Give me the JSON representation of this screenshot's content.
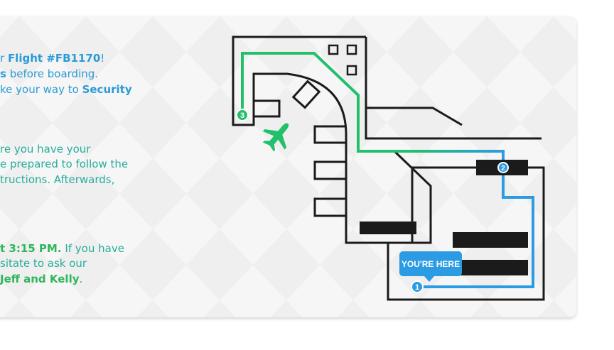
{
  "instructions": {
    "p1": {
      "l1_a": "r ",
      "l1_b": "Flight #FB1170",
      "l1_c": "!",
      "l2_a": "s",
      "l2_b": " before boarding.",
      "l3_a": "ke your way to ",
      "l3_b": "Security"
    },
    "p2": {
      "l1": "re you have your",
      "l2": "e prepared to follow the",
      "l3": "tructions. Afterwards,"
    },
    "p3": {
      "l1_a": "t 3:15 PM.",
      "l1_b": " If you have",
      "l2": "sitate to ask our",
      "l3_a": "Jeff and Kelly",
      "l3_b": "."
    }
  },
  "map": {
    "you_are_here": "YOU'RE HERE",
    "markers": [
      "1",
      "2",
      "3"
    ],
    "colors": {
      "green": "#22c06a",
      "blue": "#2b9be3",
      "teal": "#27ad9c",
      "walls": "#1b1b1b",
      "plane": "#22c06a"
    },
    "icons": [
      "plane-icon",
      "location-pin-icon"
    ]
  }
}
